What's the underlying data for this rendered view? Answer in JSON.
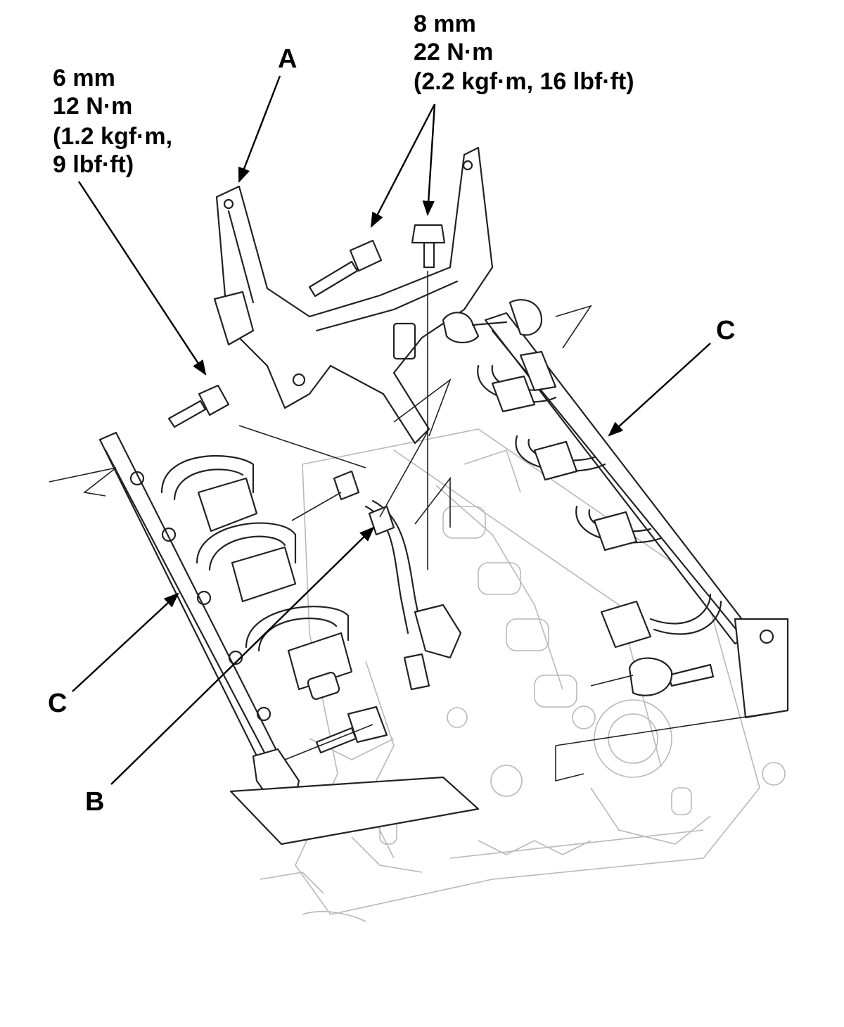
{
  "torque_specs": {
    "left": {
      "size": "6 mm",
      "torque": "12 N·m",
      "imperial_line1": "(1.2 kgf·m,",
      "imperial_line2": "9 lbf·ft)"
    },
    "top": {
      "size": "8 mm",
      "torque": "22 N·m",
      "imperial": "(2.2 kgf·m, 16 lbf·ft)"
    }
  },
  "callouts": {
    "a": "A",
    "b": "B",
    "c_right": "C",
    "c_left": "C"
  }
}
